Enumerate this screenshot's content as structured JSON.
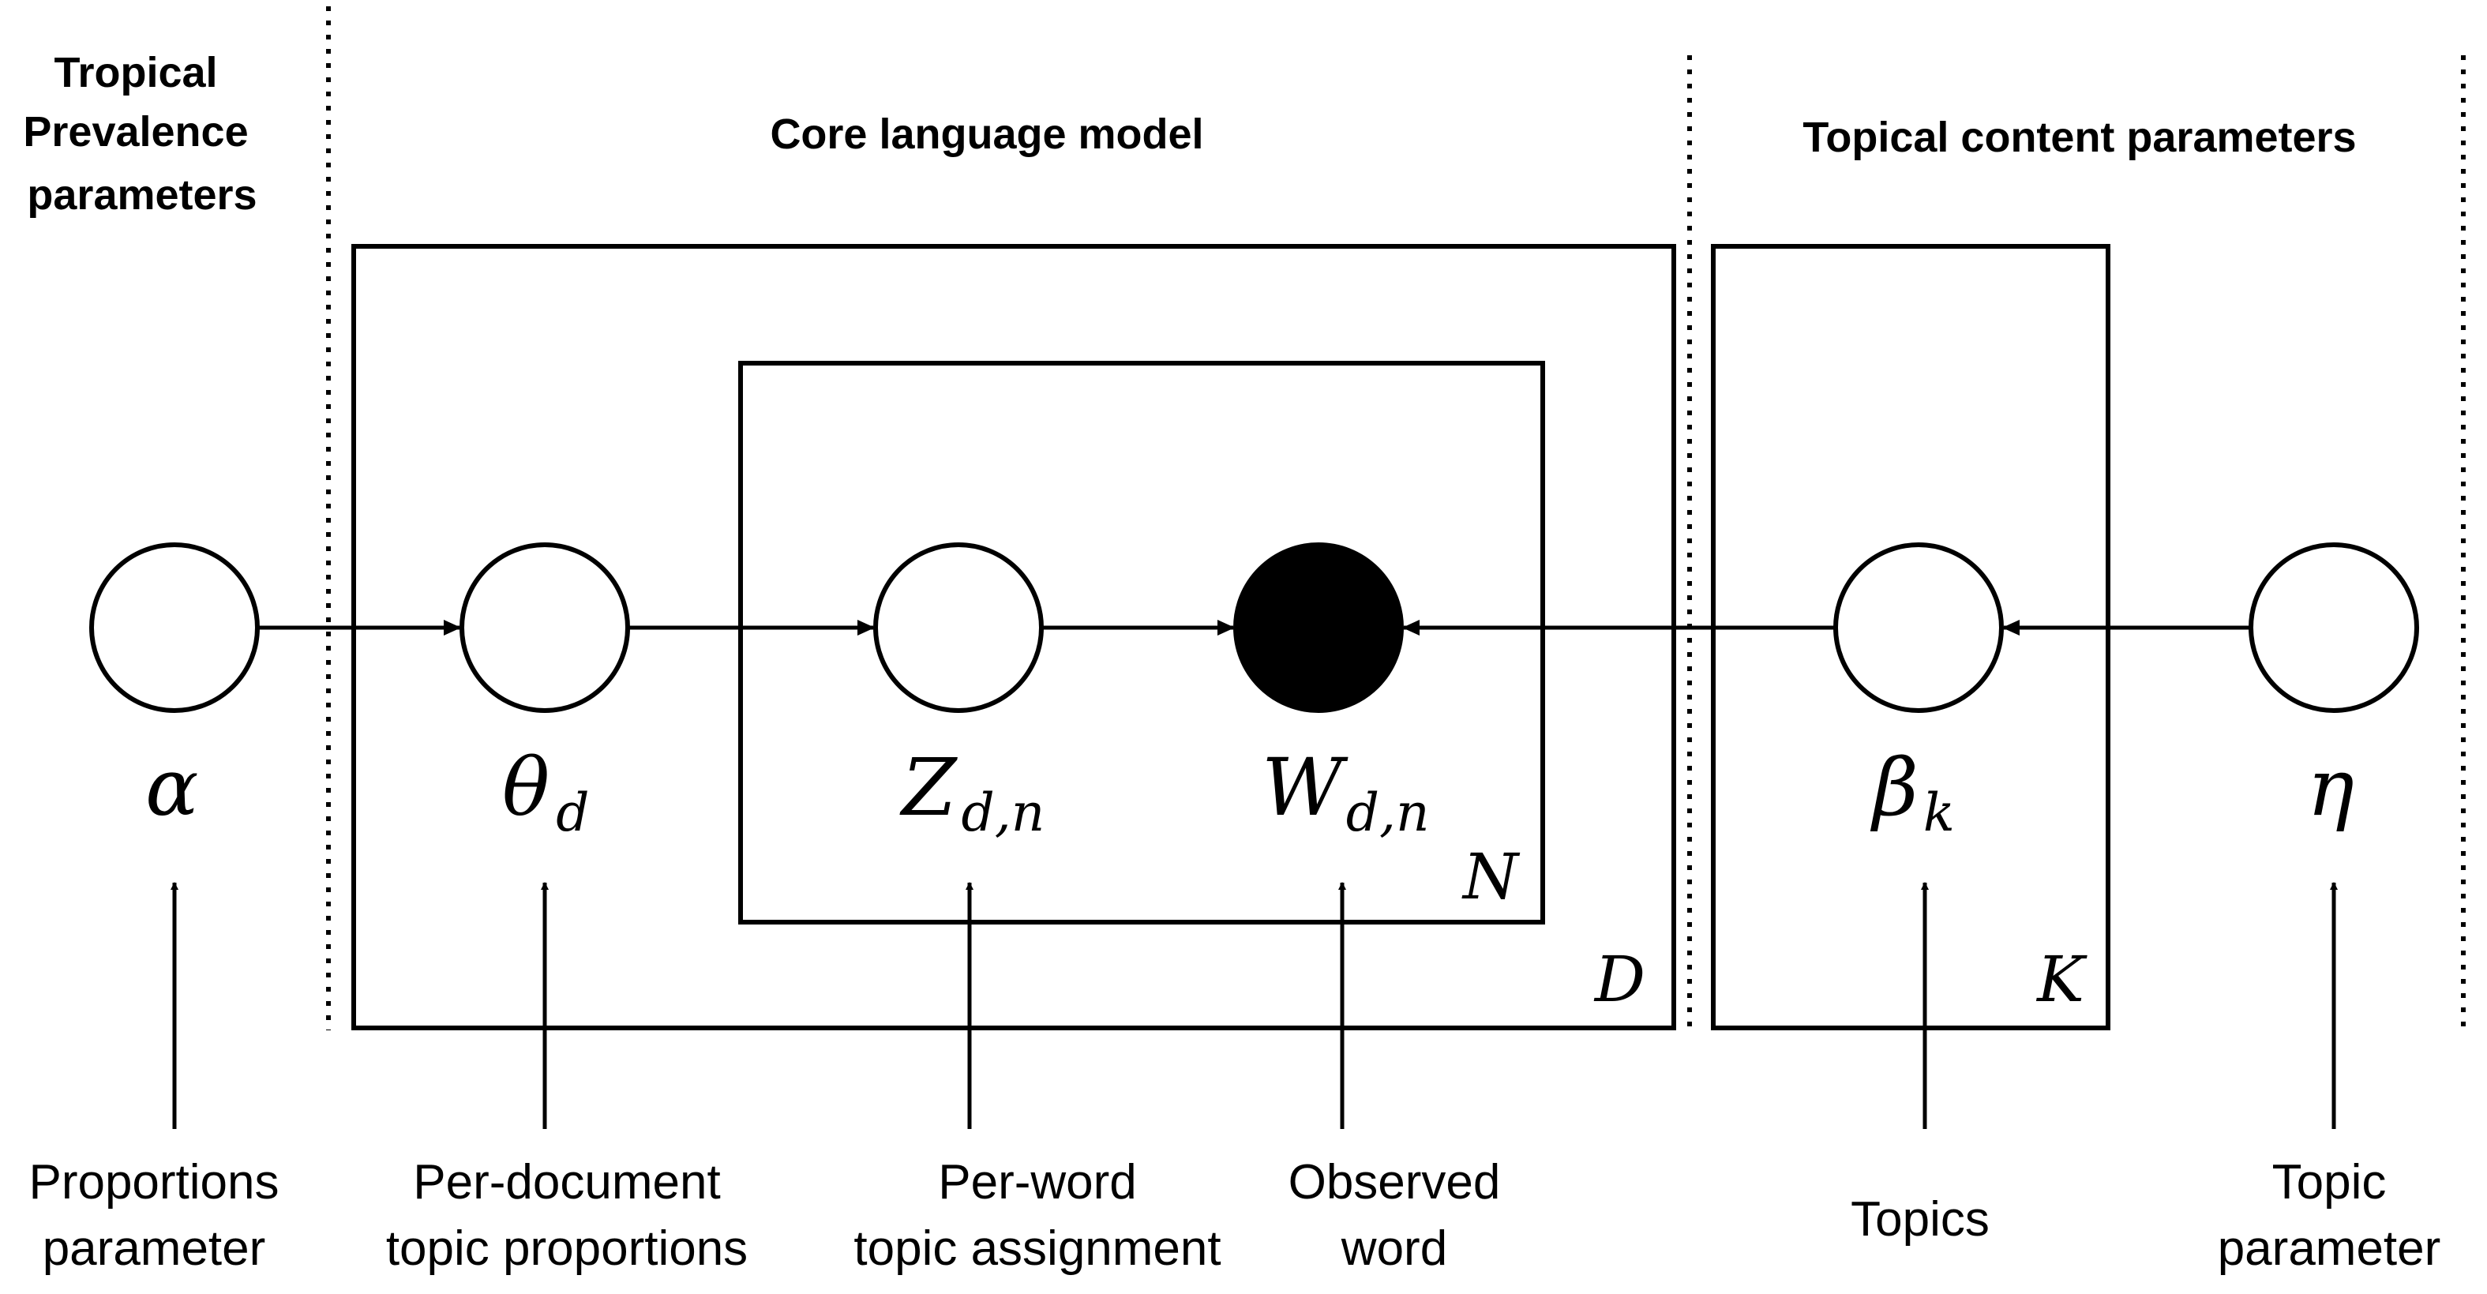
{
  "headings": {
    "prevalence": [
      "Tropical",
      "Prevalence",
      "parameters"
    ],
    "core": "Core language model",
    "content": "Topical content parameters"
  },
  "plates": {
    "document": "D",
    "word": "N",
    "topic": "K"
  },
  "nodes": [
    {
      "id": "alpha",
      "symbol": "α",
      "subscript": "",
      "observed": false,
      "description": [
        "Proportions",
        "parameter"
      ]
    },
    {
      "id": "theta",
      "symbol": "θ",
      "subscript": "d",
      "observed": false,
      "description": [
        "Per-document",
        "topic proportions"
      ]
    },
    {
      "id": "z",
      "symbol": "Z",
      "subscript": "d,n",
      "observed": false,
      "description": [
        "Per-word",
        "topic assignment"
      ]
    },
    {
      "id": "w",
      "symbol": "W",
      "subscript": "d,n",
      "observed": true,
      "description": [
        "Observed",
        "word"
      ]
    },
    {
      "id": "beta",
      "symbol": "β",
      "subscript": "k",
      "observed": false,
      "description": [
        "Topics"
      ]
    },
    {
      "id": "eta",
      "symbol": "η",
      "subscript": "",
      "observed": false,
      "description": [
        "Topic",
        "parameter"
      ]
    }
  ],
  "edges": [
    {
      "from": "alpha",
      "to": "theta"
    },
    {
      "from": "theta",
      "to": "z"
    },
    {
      "from": "z",
      "to": "w"
    },
    {
      "from": "beta",
      "to": "w"
    },
    {
      "from": "eta",
      "to": "beta"
    }
  ],
  "colors": {
    "ink": "#000000",
    "background": "#ffffff",
    "observed_fill": "#000000",
    "latent_fill": "#ffffff"
  }
}
